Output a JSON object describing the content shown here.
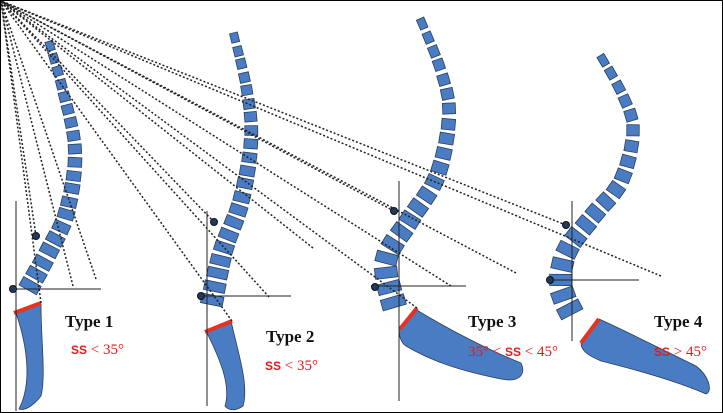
{
  "title": "Roussouly classification of sagittal spine types",
  "colors": {
    "vertebra": "#4a7cc3",
    "outline": "#2a3f5c",
    "sacral_endplate": "#e8321e",
    "label_red": "#e21a1a"
  },
  "types": [
    {
      "label": "Type 1",
      "ss_prefix": "",
      "ss": "SS",
      "ss_condition": " < 35°"
    },
    {
      "label": "Type 2",
      "ss_prefix": "",
      "ss": "SS",
      "ss_condition": " < 35°"
    },
    {
      "label": "Type 3",
      "ss_prefix": "35° < ",
      "ss": "SS",
      "ss_condition": " < 45°"
    },
    {
      "label": "Type 4",
      "ss_prefix": "",
      "ss": "SS",
      "ss_condition": " > 45°"
    }
  ]
}
